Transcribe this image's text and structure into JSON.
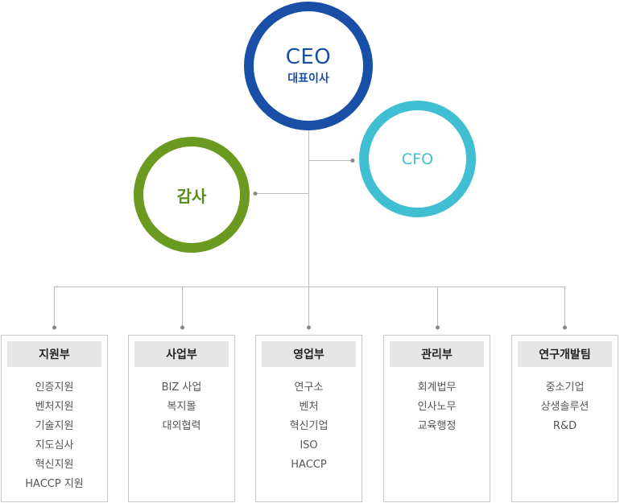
{
  "ceo": {
    "title": "CEO",
    "subtitle": "대표이사"
  },
  "cfo": {
    "title": "CFO"
  },
  "audit": {
    "title": "감사"
  },
  "departments": [
    {
      "name": "지원부",
      "items": [
        "인증지원",
        "벤처지원",
        "기술지원",
        "지도심사",
        "혁신지원",
        "HACCP 지원"
      ]
    },
    {
      "name": "사업부",
      "items": [
        "BIZ 사업",
        "복지몰",
        "대외협력"
      ]
    },
    {
      "name": "영업부",
      "items": [
        "연구소",
        "벤처",
        "혁신기업",
        "ISO",
        "HACCP"
      ]
    },
    {
      "name": "관리부",
      "items": [
        "회계법무",
        "인사노무",
        "교육행정"
      ]
    },
    {
      "name": "연구개발팀",
      "items": [
        "중소기업",
        "상생솔루션",
        "R&D"
      ]
    }
  ],
  "colors": {
    "ceo": "#1a4fa8",
    "cfo": "#3fbfd1",
    "audit": "#6a9a1f",
    "connector": "#bbbbbb",
    "dept_header_bg": "#e6e6e6"
  }
}
